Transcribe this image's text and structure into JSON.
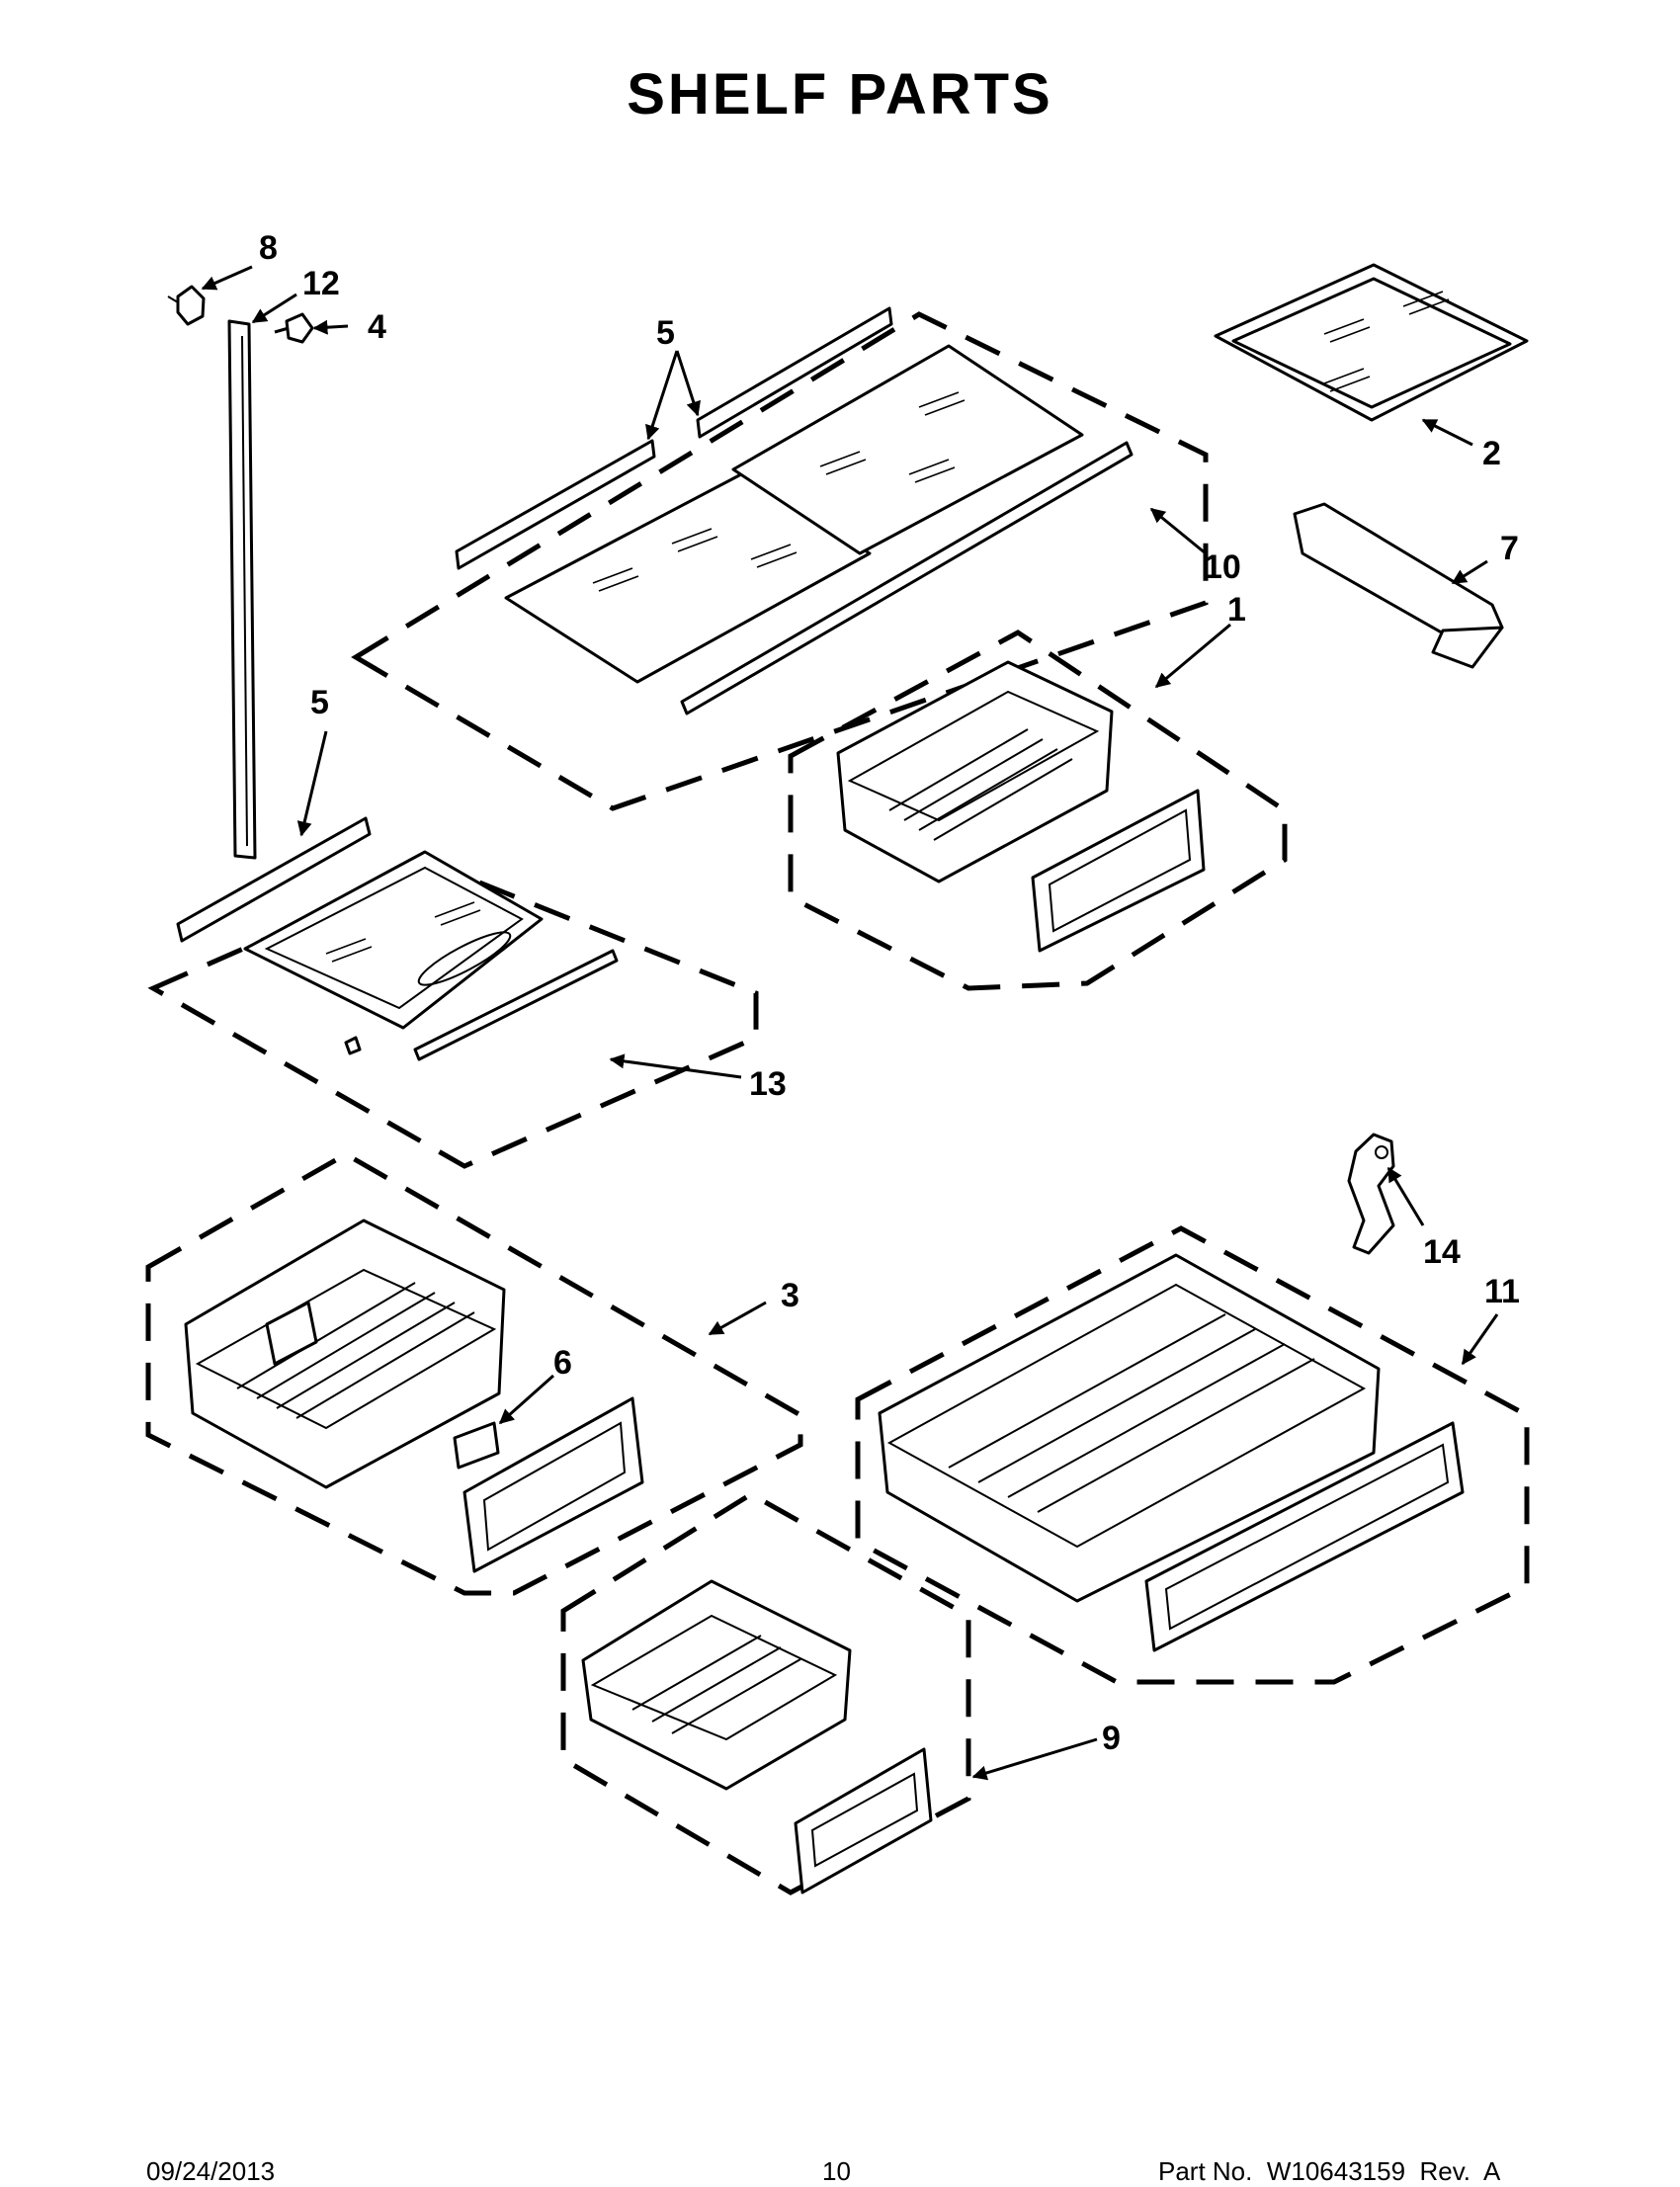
{
  "page": {
    "title": "SHELF PARTS",
    "footer": {
      "date": "09/24/2013",
      "page_number": "10",
      "part_number": "Part No.  W10643159  Rev.  A"
    }
  },
  "diagram": {
    "callouts": [
      "8",
      "12",
      "4",
      "5",
      "5",
      "2",
      "7",
      "10",
      "1",
      "13",
      "14",
      "3",
      "6",
      "11",
      "9"
    ]
  }
}
